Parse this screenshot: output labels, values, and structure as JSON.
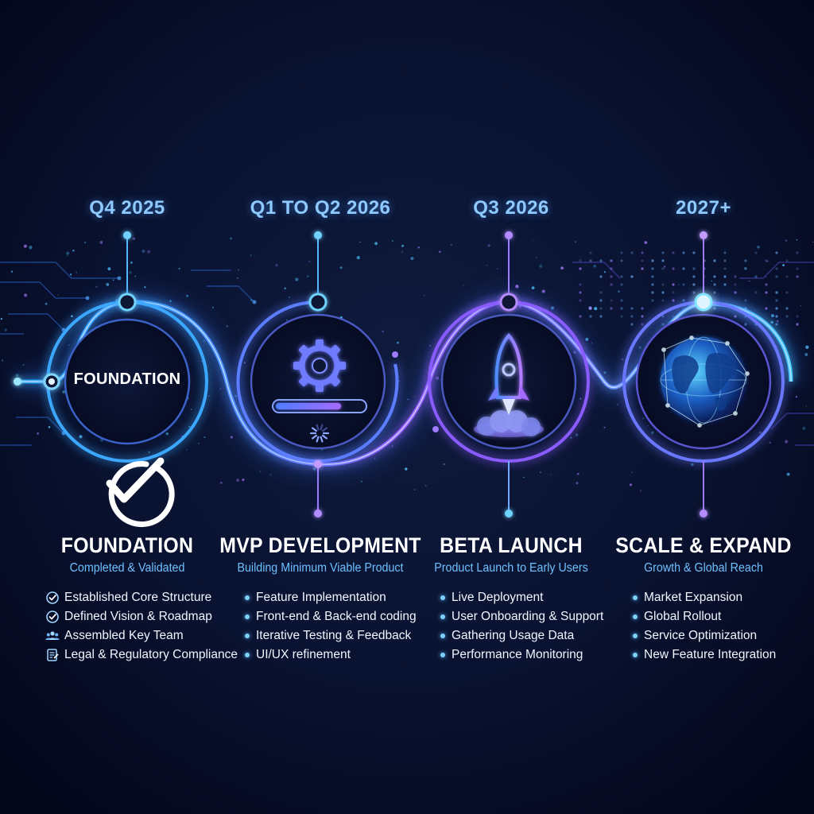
{
  "stages": [
    {
      "quarter": "Q4 2025",
      "circle_label": "FOUNDATION",
      "title": "FOUNDATION",
      "subtitle": "Completed & Validated",
      "items": [
        {
          "text": "Established Core Structure",
          "icon": "check-circle-icon"
        },
        {
          "text": "Defined Vision & Roadmap",
          "icon": "check-circle-icon"
        },
        {
          "text": "Assembled Key Team",
          "icon": "team-icon"
        },
        {
          "text": "Legal & Regulatory Compliance",
          "icon": "document-icon"
        }
      ],
      "badge_icon": "big-checkmark-icon"
    },
    {
      "quarter": "Q1 TO Q2 2026",
      "title": "MVP DEVELOPMENT",
      "subtitle": "Building Minimum Viable Product",
      "items": [
        {
          "text": "Feature Implementation"
        },
        {
          "text": "Front-end & Back-end coding"
        },
        {
          "text": "Iterative Testing & Feedback"
        },
        {
          "text": "UI/UX refinement"
        }
      ],
      "circle_icons": [
        "gear-icon",
        "progress-bar-icon",
        "loading-spinner-icon"
      ]
    },
    {
      "quarter": "Q3 2026",
      "title": "BETA LAUNCH",
      "subtitle": "Product Launch to Early Users",
      "items": [
        {
          "text": "Live Deployment"
        },
        {
          "text": "User Onboarding & Support"
        },
        {
          "text": "Gathering Usage Data"
        },
        {
          "text": "Performance Monitoring"
        }
      ],
      "circle_icons": [
        "rocket-icon"
      ]
    },
    {
      "quarter": "2027+",
      "title": "SCALE & EXPAND",
      "subtitle": "Growth & Global Reach",
      "items": [
        {
          "text": "Market Expansion"
        },
        {
          "text": "Global Rollout"
        },
        {
          "text": "Service Optimization"
        },
        {
          "text": "New Feature Integration"
        }
      ],
      "circle_icons": [
        "globe-icon"
      ]
    }
  ],
  "colors": {
    "background": "#06091c",
    "accent_blue": "#3fa0ff",
    "accent_cyan": "#5fe3ff",
    "accent_purple": "#a35cff",
    "quarter_text": "#8ec9ff",
    "subtitle_text": "#6ec0ff",
    "body_text": "#f2f5ff"
  }
}
